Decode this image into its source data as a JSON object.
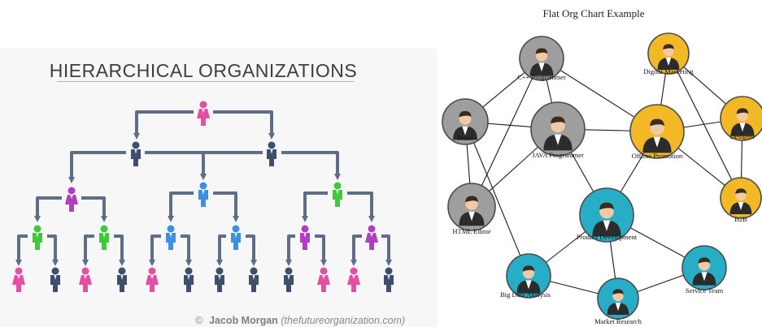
{
  "left": {
    "title": "HIERARCHICAL ORGANIZATIONS",
    "credit_symbol": "©",
    "credit_author": "Jacob Morgan",
    "credit_site": "(thefutureorganization.com)",
    "colors": {
      "pink": "#e44fa6",
      "navy": "#3d4f6d",
      "blue": "#3f8fe0",
      "green": "#3fc93a",
      "magenta": "#b03ec0",
      "arrow": "#5f6e86"
    }
  },
  "right": {
    "title": "Flat Org Chart Example",
    "colors": {
      "gray": "#9e9e9e",
      "gold": "#f3b826",
      "teal": "#27aec6",
      "edge": "#1a1a1a"
    },
    "nodes": [
      {
        "id": "cpp",
        "label": "C++ Programmer",
        "color": "gray"
      },
      {
        "id": "digital",
        "label": "Digital Marketing",
        "color": "gold"
      },
      {
        "id": "tester",
        "label": "Tester",
        "color": "gray"
      },
      {
        "id": "java",
        "label": "JAVA Programmer",
        "color": "gray"
      },
      {
        "id": "offline",
        "label": "Offline Promotion",
        "color": "gold"
      },
      {
        "id": "designer",
        "label": "Designer",
        "color": "gold"
      },
      {
        "id": "html",
        "label": "HTML Editor",
        "color": "gray"
      },
      {
        "id": "product",
        "label": "Product Development",
        "color": "teal"
      },
      {
        "id": "b2b",
        "label": "B2B",
        "color": "gold"
      },
      {
        "id": "bigdata",
        "label": "Big Data Analysis",
        "color": "teal"
      },
      {
        "id": "service",
        "label": "Service Team",
        "color": "teal"
      },
      {
        "id": "market",
        "label": "Market Research",
        "color": "teal"
      }
    ],
    "edges": [
      [
        "cpp",
        "tester"
      ],
      [
        "cpp",
        "java"
      ],
      [
        "cpp",
        "html"
      ],
      [
        "cpp",
        "offline"
      ],
      [
        "tester",
        "java"
      ],
      [
        "tester",
        "html"
      ],
      [
        "java",
        "offline"
      ],
      [
        "java",
        "html"
      ],
      [
        "java",
        "product"
      ],
      [
        "digital",
        "offline"
      ],
      [
        "digital",
        "designer"
      ],
      [
        "digital",
        "b2b"
      ],
      [
        "offline",
        "designer"
      ],
      [
        "offline",
        "b2b"
      ],
      [
        "offline",
        "product"
      ],
      [
        "designer",
        "b2b"
      ],
      [
        "product",
        "bigdata"
      ],
      [
        "product",
        "service"
      ],
      [
        "product",
        "market"
      ],
      [
        "bigdata",
        "market"
      ],
      [
        "market",
        "service"
      ],
      [
        "tester",
        "bigdata"
      ]
    ]
  }
}
